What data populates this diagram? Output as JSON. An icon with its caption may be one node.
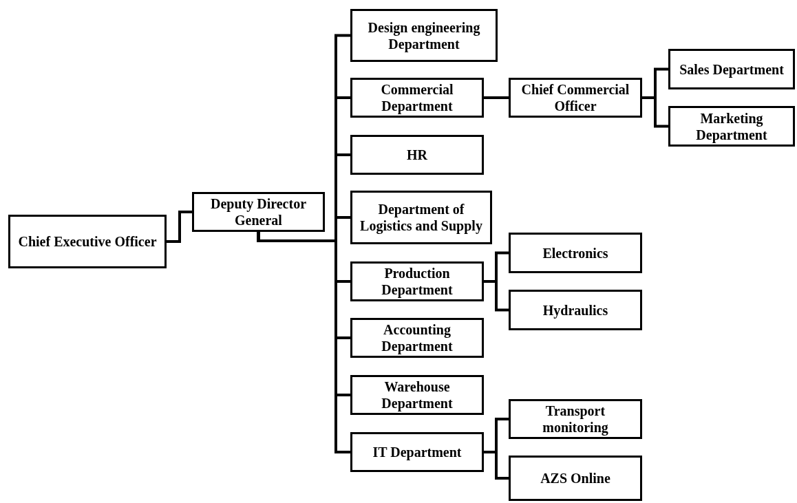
{
  "diagram": {
    "nodes": [
      {
        "text": [
          "Chief Executive Officer"
        ]
      },
      {
        "text": [
          "Deputy Director General"
        ]
      },
      {
        "text": [
          "Design engineering Department"
        ]
      },
      {
        "text": [
          "Commercial Department"
        ]
      },
      {
        "text": [
          "HR"
        ]
      },
      {
        "text": [
          "Department of Logistics and Supply"
        ]
      },
      {
        "text": [
          "Production Department"
        ]
      },
      {
        "text": [
          "Accounting Department"
        ]
      },
      {
        "text": [
          "Warehouse Department"
        ]
      },
      {
        "text": [
          "IT Department"
        ]
      },
      {
        "text": [
          "Chief Commercial Officer"
        ]
      },
      {
        "text": [
          "Sales Department"
        ]
      },
      {
        "text": [
          "Marketing Department"
        ]
      },
      {
        "text": [
          "Electronics"
        ]
      },
      {
        "text": [
          "Hydraulics"
        ]
      },
      {
        "text": [
          "Transport monitoring"
        ]
      },
      {
        "text": [
          "AZS Online"
        ]
      }
    ],
    "edges": [
      {
        "from": 0,
        "to": 1,
        "arrow": "none"
      },
      {
        "from": 1,
        "to": 2,
        "arrow": "none"
      },
      {
        "from": 1,
        "to": 3,
        "arrow": "none"
      },
      {
        "from": 1,
        "to": 4,
        "arrow": "none"
      },
      {
        "from": 1,
        "to": 5,
        "arrow": "none"
      },
      {
        "from": 1,
        "to": 6,
        "arrow": "none"
      },
      {
        "from": 1,
        "to": 7,
        "arrow": "none"
      },
      {
        "from": 1,
        "to": 8,
        "arrow": "none"
      },
      {
        "from": 1,
        "to": 9,
        "arrow": "none"
      },
      {
        "from": 3,
        "to": 10,
        "arrow": "none"
      },
      {
        "from": 10,
        "to": 11,
        "arrow": "none"
      },
      {
        "from": 10,
        "to": 12,
        "arrow": "none"
      },
      {
        "from": 6,
        "to": 13,
        "arrow": "none"
      },
      {
        "from": 6,
        "to": 14,
        "arrow": "none"
      },
      {
        "from": 9,
        "to": 15,
        "arrow": "none"
      },
      {
        "from": 9,
        "to": 16,
        "arrow": "none"
      }
    ]
  }
}
